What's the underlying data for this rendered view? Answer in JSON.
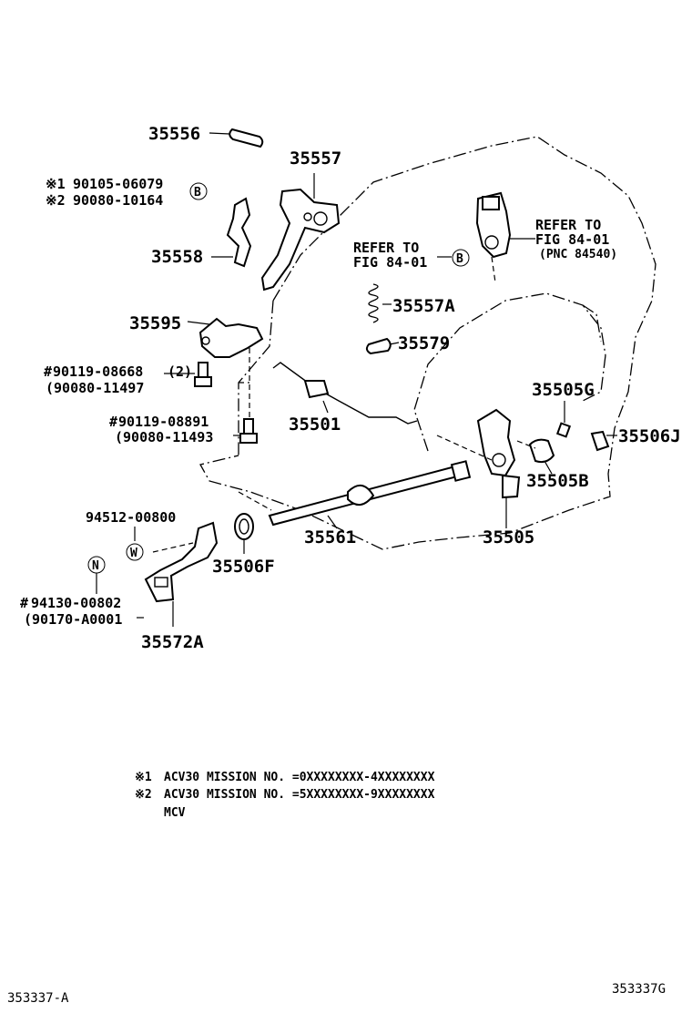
{
  "diagram": {
    "parts": {
      "p35556": "35556",
      "p35557": "35557",
      "p35558": "35558",
      "p35595": "35595",
      "p35557a": "35557A",
      "p35579": "35579",
      "p35501": "35501",
      "p35505g": "35505G",
      "p35506j": "35506J",
      "p35505b": "35505B",
      "p35505": "35505",
      "p35561": "35561",
      "p35506f": "35506F",
      "p35572a": "35572A"
    },
    "refs": {
      "r1_mark": "※1",
      "r1_num": "90105-06079",
      "r2_mark": "※2",
      "r2_num": "90080-10164",
      "r3_num": "90119-08668",
      "r3_qty": "(2)",
      "r3_alt": "(90080-11497",
      "r4_num": "90119-08891",
      "r4_alt": "(90080-11493",
      "r5_num": "94512-00800",
      "r6_num": "94130-00802",
      "r6_alt": "(90170-A0001",
      "hash": "#"
    },
    "refer_right": {
      "line1": "REFER TO",
      "line2": "FIG 84-01",
      "line3": "(PNC 84540)"
    },
    "refer_center": {
      "line1": "REFER TO",
      "line2": "FIG 84-01"
    },
    "symbols": {
      "b": "B",
      "w": "W",
      "n": "N"
    }
  },
  "notes": [
    {
      "mark": "※1",
      "text": "ACV30 MISSION NO. =0XXXXXXXX-4XXXXXXXX"
    },
    {
      "mark": "※2",
      "text": "ACV30 MISSION NO. =5XXXXXXXX-9XXXXXXXX"
    },
    {
      "mark": "",
      "text": "MCV"
    }
  ],
  "footer": {
    "left_code": "353337-A",
    "right_code": "353337G"
  }
}
